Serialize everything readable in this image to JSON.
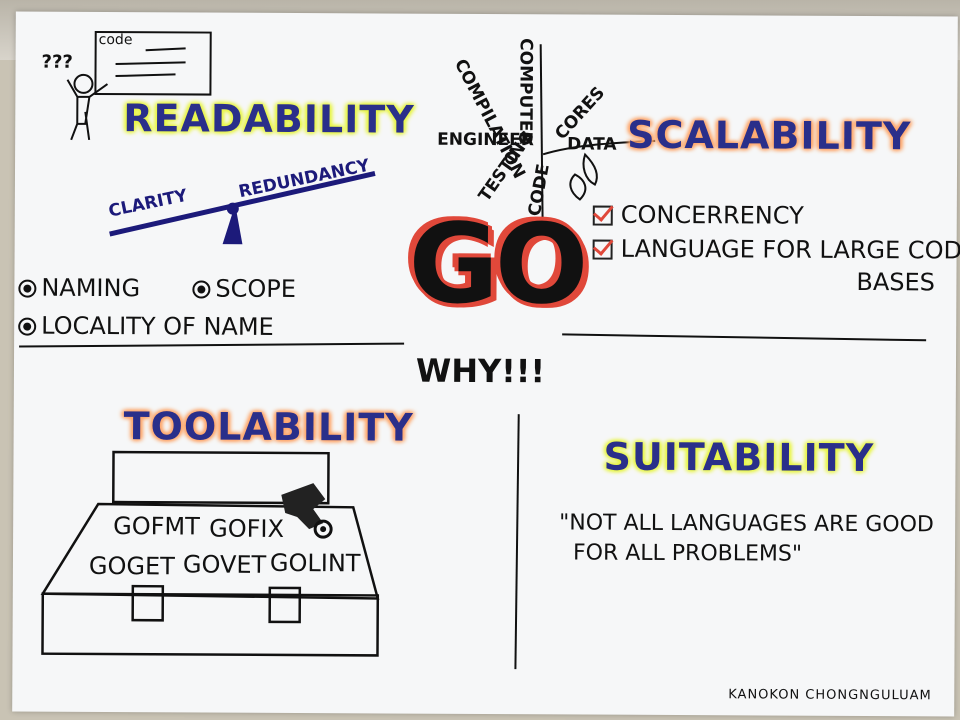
{
  "readability": {
    "code_label": "code",
    "question_marks": "???",
    "title": "READABILITY",
    "clarity": "CLARITY",
    "redundancy": "REDUNDANCY",
    "items": [
      "NAMING",
      "SCOPE",
      "LOCALITY OF NAME"
    ]
  },
  "center": {
    "go": "GO",
    "why": "WHY!!!",
    "tree_words": [
      "ENGINEER",
      "COMPILATION",
      "COMPUTER",
      "CORES",
      "DATA",
      "TESTING",
      "CODE"
    ]
  },
  "scalability": {
    "title": "SCALABILITY",
    "items": [
      "CONCERRENCY",
      "LANGUAGE FOR LARGE CODE",
      "BASES"
    ]
  },
  "toolability": {
    "title": "TOOLABILITY",
    "tools": [
      "GOFMT",
      "GOFIX",
      "GOGET",
      "GOVET",
      "GOLINT"
    ]
  },
  "suitability": {
    "title": "SUITABILITY",
    "quote_line1": "\"NOT ALL LANGUAGES ARE GOOD",
    "quote_line2": "FOR ALL PROBLEMS\""
  },
  "signature": "KANOKON CHONGNGULUAM",
  "colors": {
    "highlight_yellow": "#e8f545",
    "highlight_orange": "#ffa76b",
    "go_red": "#e0483a",
    "title_blue": "#2a2f8a",
    "seesaw_navy": "#1c1a7a"
  }
}
